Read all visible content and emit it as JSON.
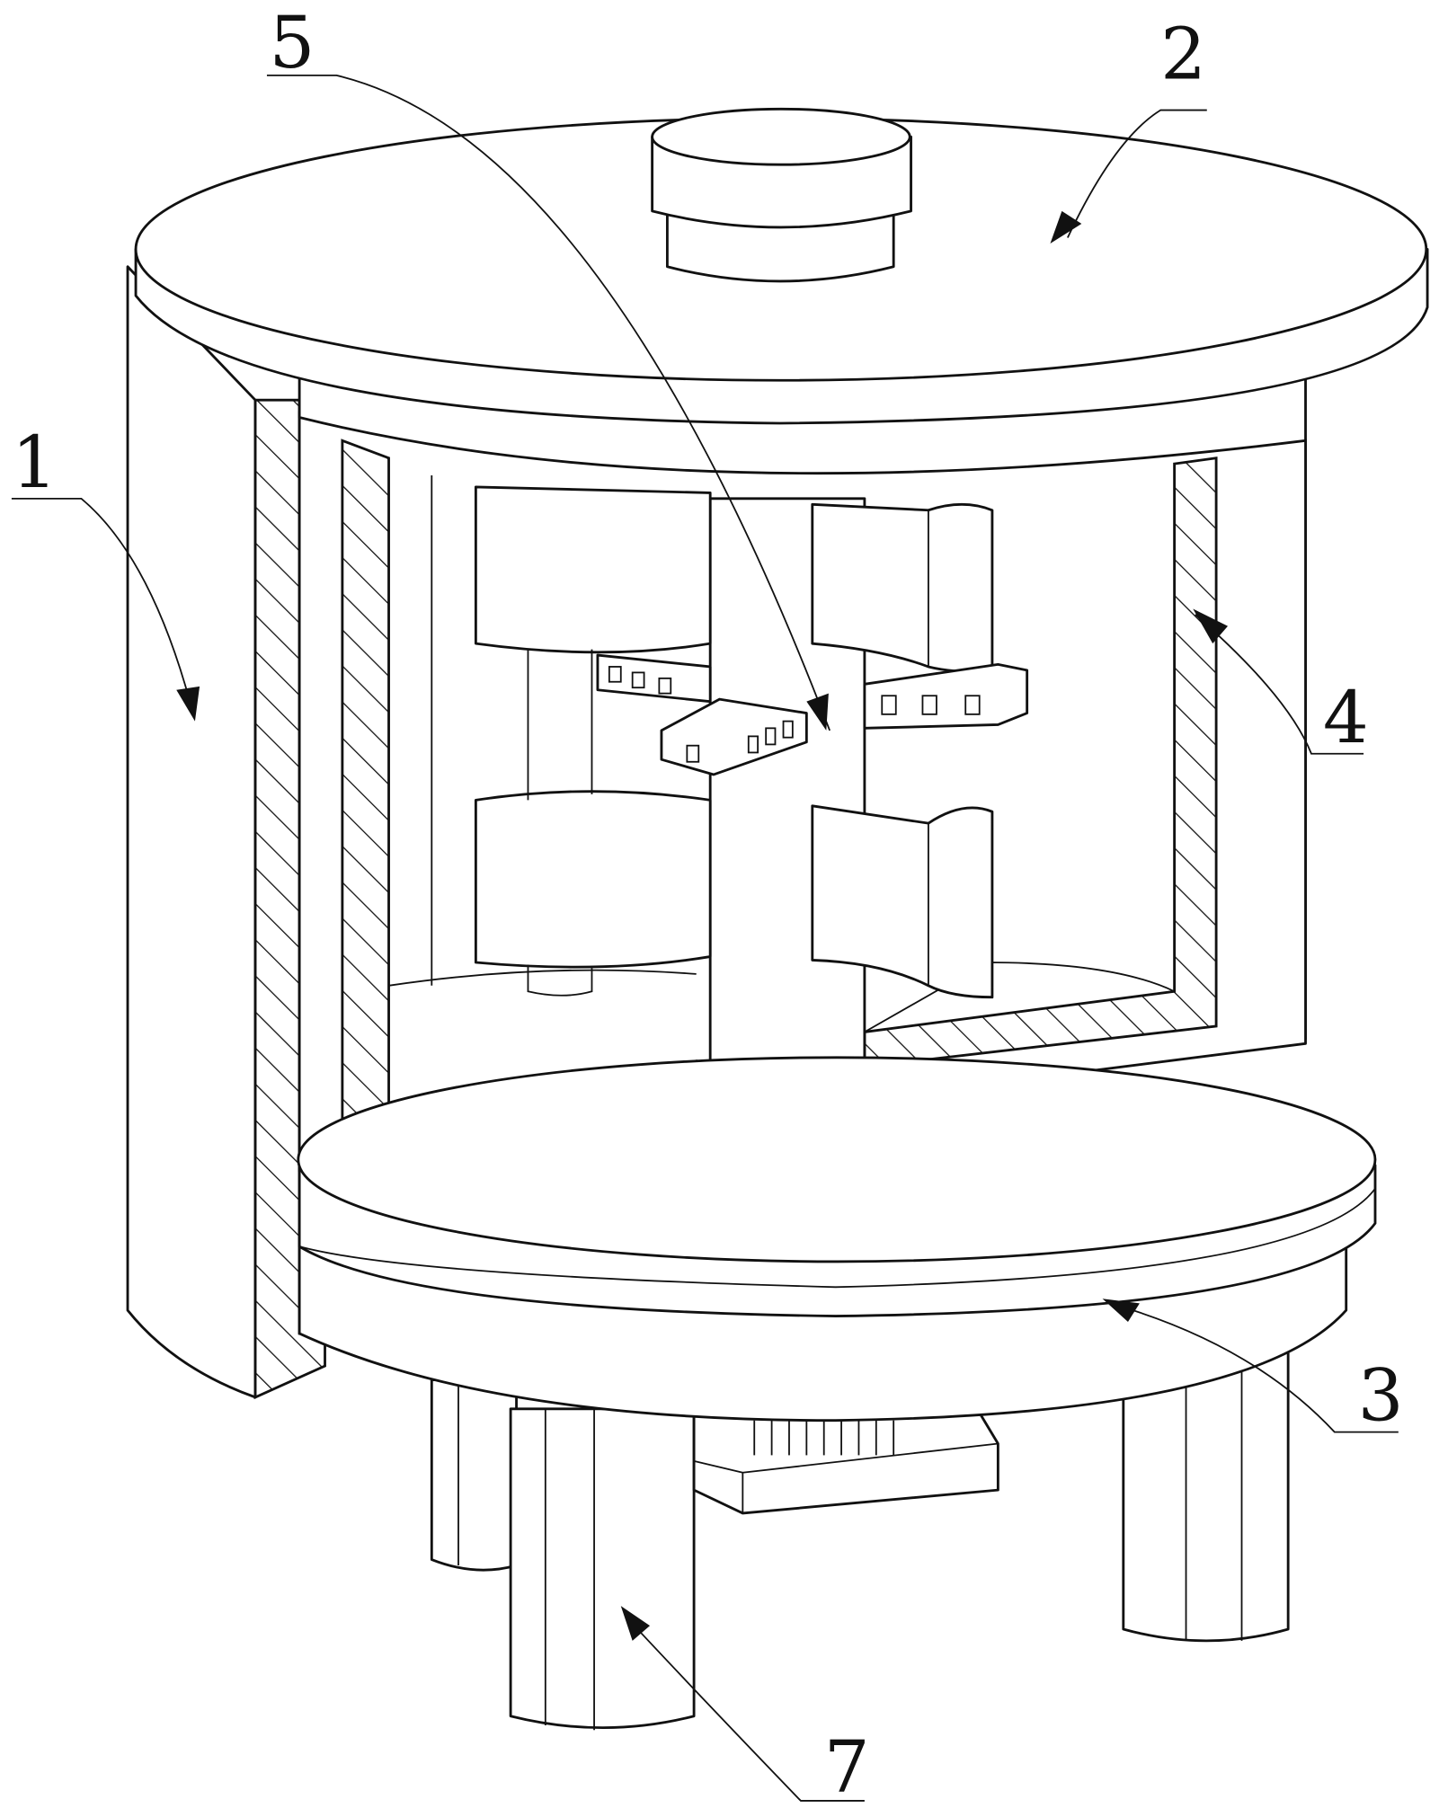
{
  "figure": {
    "type": "patent-perspective-drawing",
    "labels": [
      {
        "id": "1",
        "text": "1"
      },
      {
        "id": "2",
        "text": "2"
      },
      {
        "id": "3",
        "text": "3"
      },
      {
        "id": "4",
        "text": "4"
      },
      {
        "id": "5",
        "text": "5"
      },
      {
        "id": "7",
        "text": "7"
      }
    ]
  }
}
